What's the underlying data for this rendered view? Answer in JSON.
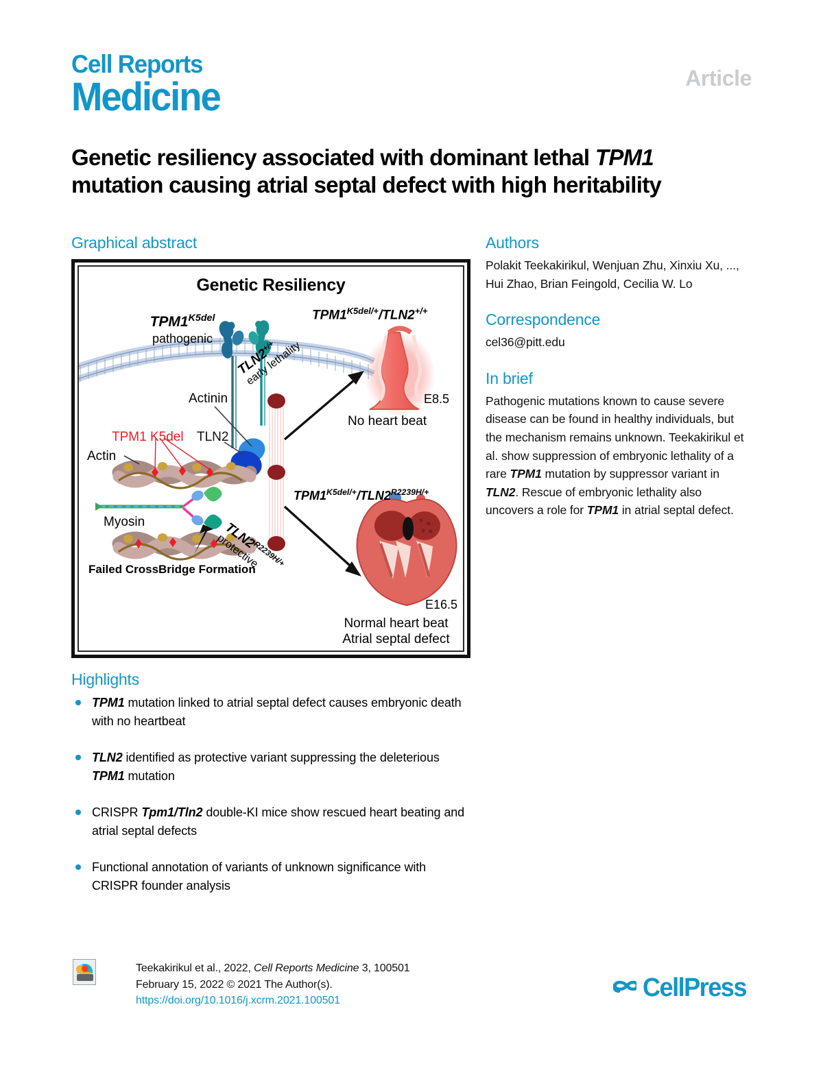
{
  "masthead": {
    "line1": "Cell Reports",
    "line2": "Medicine",
    "article_tag": "Article",
    "brand_color": "#1296c9"
  },
  "title": {
    "part1": "Genetic resiliency associated with dominant lethal ",
    "gene": "TPM1",
    "part2": " mutation causing atrial septal defect with high heritability"
  },
  "graphical_abstract": {
    "heading": "Graphical abstract",
    "figure": {
      "title": "Genetic Resiliency",
      "left_genotype": "TPM1",
      "left_genotype_sup": "K5del",
      "left_genotype_sub": "pathogenic",
      "top_genotype": "TPM1",
      "top_genotype_sup1": "K5del/+",
      "top_genotype_mid": "/TLN2",
      "top_genotype_sup2": "+/+",
      "bottom_genotype": "TPM1",
      "bottom_genotype_sup1": "K5del/+",
      "bottom_genotype_mid": "/TLN2",
      "bottom_genotype_sup2": "R2239H/+",
      "arrow_top_gene": "TLN2",
      "arrow_top_sup": "+/+",
      "arrow_top_caption": "early lethality",
      "arrow_bottom_gene": "TLN2",
      "arrow_bottom_sup": "R2239H/+",
      "arrow_bottom_caption": "protective",
      "label_actinin": "Actinin",
      "label_tpm1_k5del": "TPM1 K5del",
      "label_tln2": "TLN2",
      "label_actin": "Actin",
      "label_myosin": "Myosin",
      "label_failed_crossbridge": "Failed CrossBridge Formation",
      "stage_top": "E8.5",
      "stage_bottom": "E16.5",
      "outcome_top": "No heart beat",
      "outcome_bottom_line1": "Normal heart beat",
      "outcome_bottom_line2": "Atrial septal defect",
      "mutation_color": "#ee1c25"
    }
  },
  "authors": {
    "heading": "Authors",
    "list": "Polakit Teekakirikul, Wenjuan Zhu, Xinxiu Xu, ..., Hui Zhao, Brian Feingold, Cecilia W. Lo"
  },
  "correspondence": {
    "heading": "Correspondence",
    "email": "cel36@pitt.edu"
  },
  "in_brief": {
    "heading": "In brief",
    "text_1": "Pathogenic mutations known to cause severe disease can be found in healthy individuals, but the mechanism remains unknown. Teekakirikul et al. show suppression of embryonic lethality of a rare ",
    "gene_1": "TPM1",
    "text_2": " mutation by suppressor variant in ",
    "gene_2": "TLN2",
    "text_3": ". Rescue of embryonic lethality also uncovers a role for ",
    "gene_3": "TPM1",
    "text_4": " in atrial septal defect."
  },
  "highlights": {
    "heading": "Highlights",
    "items": [
      {
        "gene_lead": "TPM1",
        "text": " mutation linked to atrial septal defect causes embryonic death with no heartbeat"
      },
      {
        "gene_lead": "TLN2",
        "text_a": " identified as protective variant suppressing the deleterious ",
        "gene_mid": "TPM1",
        "text_b": " mutation"
      },
      {
        "text_a": "CRISPR ",
        "gene_mid": "Tpm1/Tln2",
        "text_b": " double-KI mice show rescued heart beating and atrial septal defects"
      },
      {
        "text": "Functional annotation of variants of unknown significance with CRISPR founder analysis"
      }
    ]
  },
  "footer": {
    "citation_line1_a": "Teekakirikul et al., 2022, ",
    "citation_journal": "Cell Reports Medicine",
    "citation_line1_b": " 3, 100501",
    "citation_line2": "February 15, 2022 © 2021 The Author(s).",
    "doi": "https://doi.org/10.1016/j.xcrm.2021.100501",
    "publisher": "CellPress"
  }
}
